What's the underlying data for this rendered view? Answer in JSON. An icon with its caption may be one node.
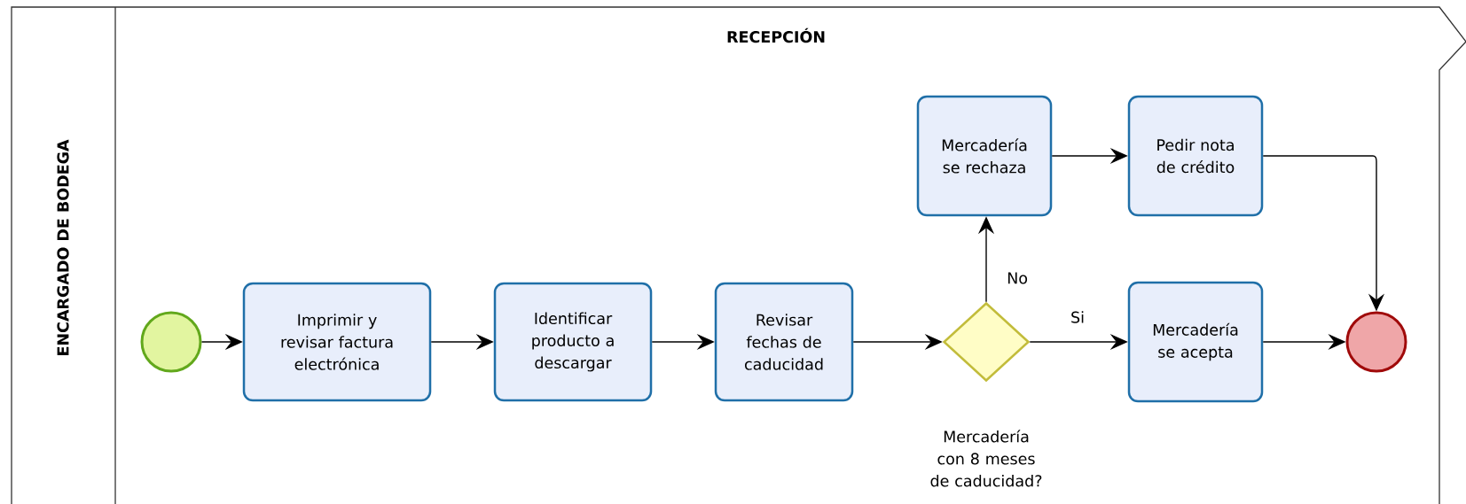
{
  "diagram": {
    "nodes": [
      {
        "text": [
          "ENCARGADO DE BODEGA",
          "RECEPCIÓN"
        ]
      },
      {
        "text": [],
        "shape": "circle",
        "in": 0
      },
      {
        "text": [
          "Imprimir y revisar factura electrónica"
        ],
        "in": 0
      },
      {
        "text": [
          "Identificar producto a descargar"
        ],
        "in": 0
      },
      {
        "text": [
          "Revisar fechas de caducidad"
        ],
        "in": 0
      },
      {
        "text": [],
        "shape": "diamond",
        "in": 0,
        "beside": [
          "Mercadería con 8 meses de caducidad?"
        ]
      },
      {
        "text": [
          "Mercadería se rechaza"
        ],
        "in": 0
      },
      {
        "text": [
          "Pedir nota de crédito"
        ],
        "in": 0
      },
      {
        "text": [
          "Mercadería se acepta"
        ],
        "in": 0
      },
      {
        "text": [],
        "shape": "circle",
        "in": 0
      }
    ],
    "edges": [
      {
        "from": 1,
        "to": 2,
        "arrow": "to"
      },
      {
        "from": 2,
        "to": 3,
        "arrow": "to"
      },
      {
        "from": 3,
        "to": 4,
        "arrow": "to"
      },
      {
        "from": 4,
        "to": 5,
        "arrow": "to"
      },
      {
        "from": 5,
        "to": 6,
        "arrow": "to",
        "label": "No"
      },
      {
        "from": 6,
        "to": 7,
        "arrow": "to"
      },
      {
        "from": 5,
        "to": 8,
        "arrow": "to",
        "label": "Si"
      },
      {
        "from": 7,
        "to": 9,
        "arrow": "to"
      },
      {
        "from": 8,
        "to": 9,
        "arrow": "to"
      }
    ]
  }
}
